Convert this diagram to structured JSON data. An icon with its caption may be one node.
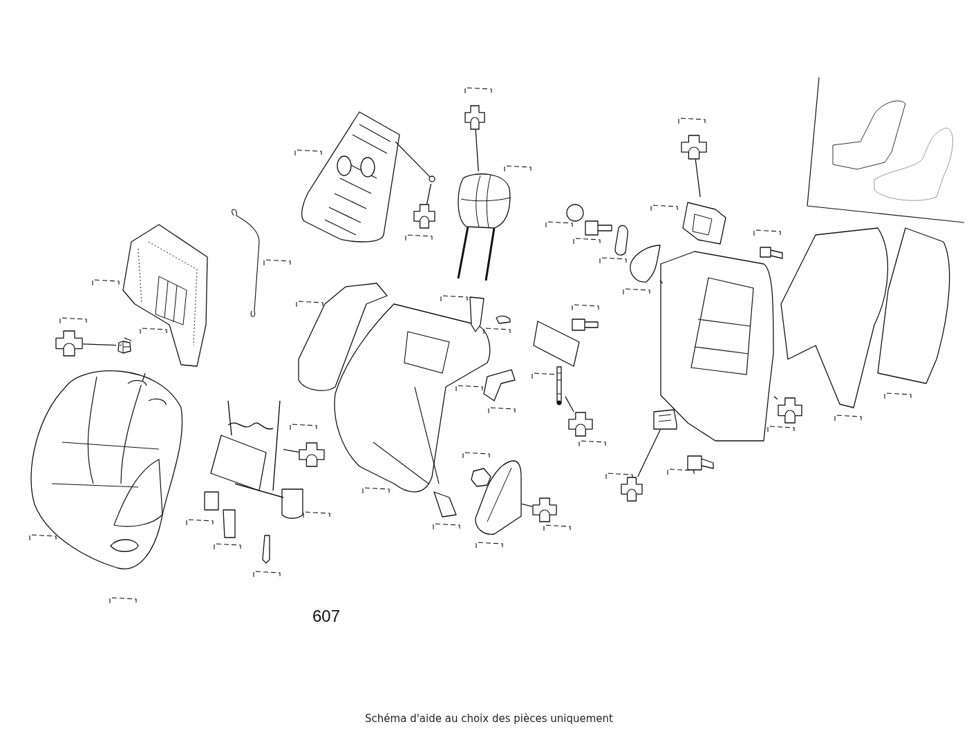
{
  "diagram": {
    "caption": "Schéma d'aide au choix des pièces uniquement",
    "nodes": [
      {
        "text": [],
        "shape": "box"
      },
      {
        "text": [],
        "shape": "picture"
      },
      {
        "text": [],
        "shape": "box"
      },
      {
        "text": [],
        "shape": "picture"
      },
      {
        "text": [],
        "shape": "box"
      },
      {
        "text": [],
        "shape": "picture"
      },
      {
        "text": [],
        "shape": "box"
      },
      {
        "text": [],
        "shape": "picture"
      },
      {
        "text": [],
        "shape": "box"
      },
      {
        "text": [],
        "shape": "picture"
      },
      {
        "text": [],
        "shape": "box"
      },
      {
        "text": [],
        "shape": "picture"
      },
      {
        "text": [],
        "shape": "box"
      },
      {
        "text": [],
        "shape": "picture"
      },
      {
        "text": [],
        "shape": "box"
      },
      {
        "text": [],
        "shape": "picture"
      },
      {
        "text": [],
        "shape": "box"
      },
      {
        "text": [],
        "shape": "picture"
      },
      {
        "text": [],
        "shape": "picture"
      }
    ],
    "edges": [
      {
        "from": 0,
        "to": 1,
        "arrow": "none"
      },
      {
        "from": 2,
        "to": 3,
        "arrow": "none"
      },
      {
        "from": 4,
        "to": 5,
        "arrow": "none"
      },
      {
        "from": 6,
        "to": 7,
        "arrow": "none"
      },
      {
        "from": 8,
        "to": 9,
        "arrow": "none"
      },
      {
        "from": 10,
        "to": 11,
        "arrow": "none"
      },
      {
        "from": 12,
        "to": 13,
        "arrow": "none"
      },
      {
        "from": 14,
        "to": 15,
        "arrow": "none"
      },
      {
        "from": 16,
        "to": 17,
        "arrow": "none"
      },
      {
        "from": 18,
        "to": 15,
        "arrow": "none"
      }
    ],
    "labels": [
      "607"
    ]
  }
}
